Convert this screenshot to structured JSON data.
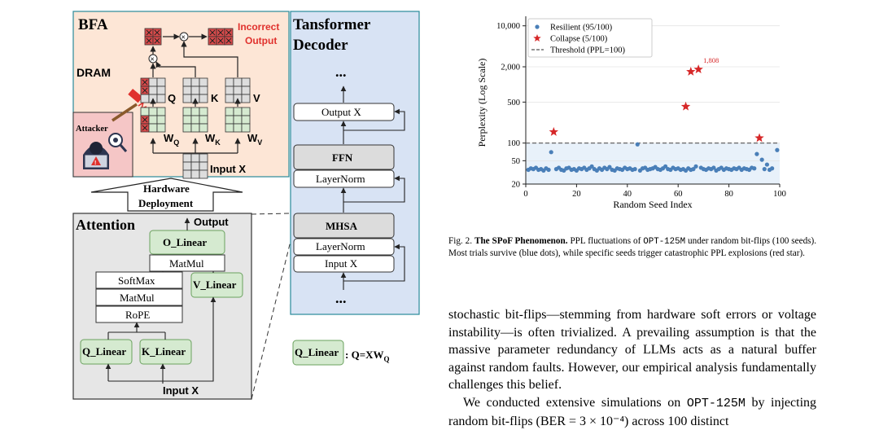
{
  "diagram": {
    "bfa": {
      "title": "BFA",
      "dram": "DRAM",
      "incorrect_output_1": "Incorrect",
      "incorrect_output_2": "Output",
      "attacker": "Attacker",
      "q": "Q",
      "k": "K",
      "v": "V",
      "wq": "W",
      "wq_sub": "Q",
      "wk": "W",
      "wk_sub": "K",
      "wv": "W",
      "wv_sub": "V",
      "input": "Input X",
      "op_symbol": "×"
    },
    "hardware": {
      "line1": "Hardware",
      "line2": "Deployment"
    },
    "attention": {
      "title": "Attention",
      "output": "Output",
      "o_linear": "O_Linear",
      "matmul_top": "MatMul",
      "softmax": "SoftMax",
      "matmul_bottom": "MatMul",
      "rope": "RoPE",
      "v_linear": "V_Linear",
      "q_linear": "Q_Linear",
      "k_linear": "K_Linear",
      "input": "Input X"
    },
    "decoder": {
      "title_1": "Tansformer",
      "title_2": "Decoder",
      "dots_top": "...",
      "output": "Output X",
      "ffn": "FFN",
      "layernorm_top": "LayerNorm",
      "mhsa": "MHSA",
      "layernorm_bottom": "LayerNorm",
      "input": "Input X",
      "dots_bottom": "..."
    },
    "legend": {
      "box": "Q_Linear",
      "eq": ": Q=XW",
      "eq_sub": "Q"
    }
  },
  "chart_data": {
    "type": "scatter",
    "xlabel": "Random Seed Index",
    "ylabel": "Perplexity (Log Scale)",
    "xlim": [
      0,
      100
    ],
    "ylim": [
      20,
      12000
    ],
    "yscale": "log",
    "xticks": [
      0,
      20,
      40,
      60,
      80,
      100
    ],
    "yticks": [
      20,
      50,
      100,
      500,
      2000,
      10000
    ],
    "ytick_labels": [
      "20",
      "50",
      "100",
      "500",
      "2,000",
      "10,000"
    ],
    "threshold": 100,
    "legend_position": "top-left",
    "annotation": {
      "text": "1,808",
      "x": 68,
      "y": 1808
    },
    "colors": {
      "resilient": "#4a7fb8",
      "collapse": "#d62728",
      "threshold": "#555555",
      "safe_zone": "#e8f1fa"
    },
    "series": [
      {
        "name": "Resilient (95/100)",
        "marker": "circle",
        "points": [
          [
            1,
            35
          ],
          [
            2,
            37
          ],
          [
            3,
            36
          ],
          [
            4,
            38
          ],
          [
            5,
            35
          ],
          [
            6,
            36
          ],
          [
            7,
            34
          ],
          [
            8,
            37
          ],
          [
            9,
            35
          ],
          [
            10,
            70
          ],
          [
            12,
            36
          ],
          [
            13,
            38
          ],
          [
            14,
            35
          ],
          [
            15,
            34
          ],
          [
            16,
            37
          ],
          [
            17,
            38
          ],
          [
            18,
            35
          ],
          [
            19,
            36
          ],
          [
            20,
            34
          ],
          [
            21,
            37
          ],
          [
            22,
            36
          ],
          [
            23,
            38
          ],
          [
            24,
            35
          ],
          [
            25,
            37
          ],
          [
            26,
            40
          ],
          [
            27,
            36
          ],
          [
            28,
            34
          ],
          [
            29,
            37
          ],
          [
            30,
            35
          ],
          [
            31,
            38
          ],
          [
            32,
            36
          ],
          [
            33,
            39
          ],
          [
            34,
            35
          ],
          [
            35,
            34
          ],
          [
            36,
            37
          ],
          [
            37,
            36
          ],
          [
            38,
            35
          ],
          [
            39,
            38
          ],
          [
            40,
            36
          ],
          [
            41,
            37
          ],
          [
            42,
            35
          ],
          [
            43,
            36
          ],
          [
            44,
            95
          ],
          [
            45,
            34
          ],
          [
            46,
            37
          ],
          [
            47,
            38
          ],
          [
            48,
            35
          ],
          [
            49,
            36
          ],
          [
            50,
            37
          ],
          [
            51,
            39
          ],
          [
            52,
            36
          ],
          [
            53,
            35
          ],
          [
            54,
            37
          ],
          [
            55,
            40
          ],
          [
            56,
            36
          ],
          [
            57,
            35
          ],
          [
            58,
            38
          ],
          [
            59,
            36
          ],
          [
            60,
            37
          ],
          [
            61,
            35
          ],
          [
            62,
            36
          ],
          [
            63,
            34
          ],
          [
            64,
            37
          ],
          [
            65,
            35
          ],
          [
            66,
            36
          ],
          [
            67,
            40
          ],
          [
            69,
            38
          ],
          [
            70,
            36
          ],
          [
            71,
            35
          ],
          [
            72,
            37
          ],
          [
            73,
            36
          ],
          [
            74,
            38
          ],
          [
            75,
            34
          ],
          [
            76,
            36
          ],
          [
            77,
            38
          ],
          [
            78,
            35
          ],
          [
            79,
            37
          ],
          [
            80,
            36
          ],
          [
            81,
            35
          ],
          [
            82,
            37
          ],
          [
            83,
            36
          ],
          [
            84,
            38
          ],
          [
            85,
            35
          ],
          [
            86,
            37
          ],
          [
            87,
            36
          ],
          [
            88,
            35
          ],
          [
            89,
            38
          ],
          [
            90,
            37
          ],
          [
            91,
            65
          ],
          [
            93,
            52
          ],
          [
            94,
            36
          ],
          [
            95,
            43
          ],
          [
            96,
            35
          ],
          [
            97,
            37
          ],
          [
            99,
            76
          ]
        ]
      },
      {
        "name": "Collapse (5/100)",
        "marker": "star",
        "points": [
          [
            11,
            155
          ],
          [
            63,
            420
          ],
          [
            65,
            1650
          ],
          [
            68,
            1808
          ],
          [
            92,
            122
          ]
        ]
      },
      {
        "name": "Threshold (PPL=100)",
        "marker": "dashed-line"
      }
    ]
  },
  "caption": {
    "prefix": "Fig. 2.",
    "title": "The SPoF Phenomenon.",
    "text_1": "PPL fluctuations of",
    "model": "OPT-125M",
    "text_2": "under random bit-flips (100 seeds). Most trials survive (blue dots), while specific seeds trigger catastrophic PPL explosions (red star)."
  },
  "body": {
    "p1": "stochastic bit-flips—stemming from hardware soft errors or voltage instability—is often trivialized. A prevailing assumption is that the massive parameter redundancy of LLMs acts as a natural buffer against random faults. However, our empirical analysis fundamentally challenges this belief.",
    "p2_a": "We conducted extensive simulations on",
    "p2_model": "OPT-125M",
    "p2_b": "by injecting random bit-flips (BER = 3 × 10⁻⁴) across 100 distinct"
  }
}
